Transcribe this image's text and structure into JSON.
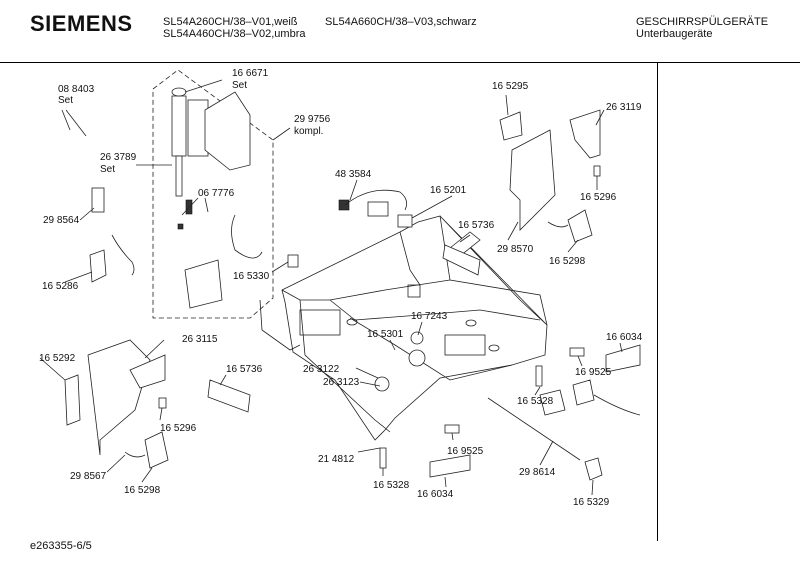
{
  "header": {
    "brand": "SIEMENS",
    "models": [
      "SL54A260CH/38–V01,weiß",
      "SL54A460CH/38–V02,umbra",
      "SL54A660CH/38–V03,schwarz"
    ],
    "category": "GESCHIRRSPÜLGERÄTE",
    "subcategory": "Unterbaugeräte"
  },
  "footer": {
    "drawing_id": "e263355-6/5"
  },
  "parts": [
    {
      "id": "08 8403",
      "qualifier": "Set"
    },
    {
      "id": "16 6671",
      "qualifier": "Set"
    },
    {
      "id": "29 9756",
      "qualifier": "kompl."
    },
    {
      "id": "26 3789",
      "qualifier": "Set"
    },
    {
      "id": "06 7776"
    },
    {
      "id": "29 8564"
    },
    {
      "id": "16 5286"
    },
    {
      "id": "16 5330"
    },
    {
      "id": "48 3584"
    },
    {
      "id": "16 5201"
    },
    {
      "id": "16 5295"
    },
    {
      "id": "26 3119"
    },
    {
      "id": "16 5296"
    },
    {
      "id": "16 5736"
    },
    {
      "id": "29 8570"
    },
    {
      "id": "16 5298"
    },
    {
      "id": "16 7243"
    },
    {
      "id": "16 5301"
    },
    {
      "id": "26 3122"
    },
    {
      "id": "26 3123"
    },
    {
      "id": "16 5292"
    },
    {
      "id": "26 3115"
    },
    {
      "id": "16 5736"
    },
    {
      "id": "16 5296"
    },
    {
      "id": "29 8567"
    },
    {
      "id": "16 5298"
    },
    {
      "id": "21 4812"
    },
    {
      "id": "16 5328"
    },
    {
      "id": "16 9525"
    },
    {
      "id": "16 6034"
    },
    {
      "id": "16 9525"
    },
    {
      "id": "16 5328"
    },
    {
      "id": "29 8614"
    },
    {
      "id": "16 6034"
    },
    {
      "id": "16 5329"
    }
  ]
}
